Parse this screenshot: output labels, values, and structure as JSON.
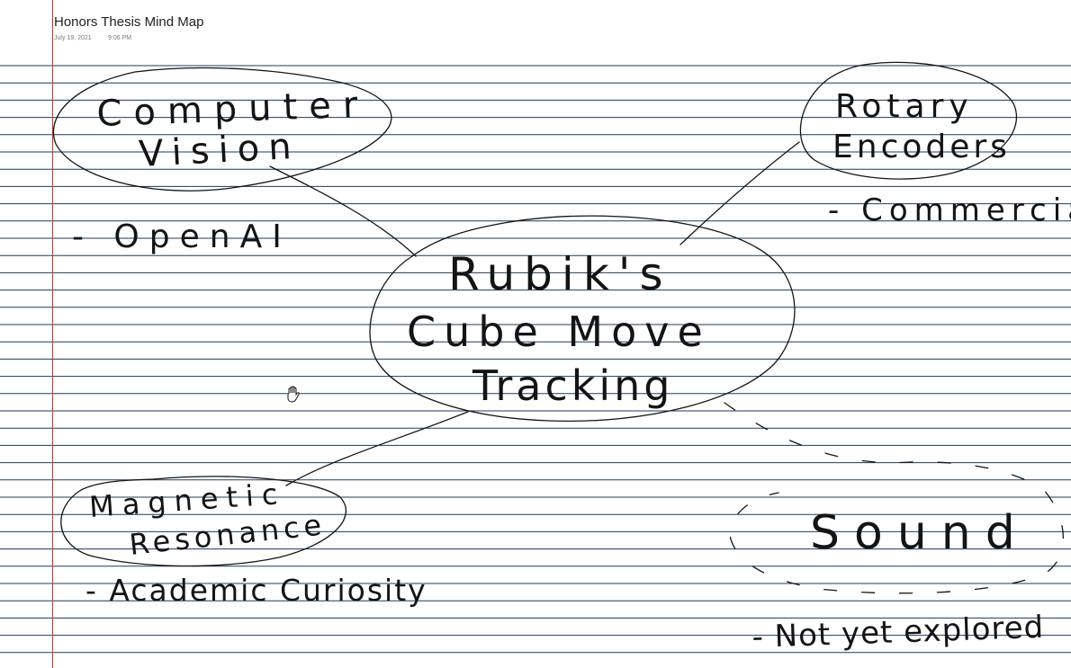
{
  "page": {
    "title": "Honors Thesis Mind Map",
    "date": "July 19, 2021",
    "time": "9:06 PM"
  },
  "colors": {
    "rule_line": "#1f3a5c",
    "margin_line": "#d9301f",
    "ink": "#141414",
    "background": "#ffffff"
  },
  "mind_map": {
    "center": {
      "lines": [
        "Rubik's",
        "Cube Move",
        "Tracking"
      ]
    },
    "computer_vision": {
      "lines": [
        "Computer",
        "Vision"
      ],
      "note": "- OpenAI"
    },
    "rotary_encoders": {
      "lines": [
        "Rotary",
        "Encoders"
      ],
      "note": "- Commercial"
    },
    "magnetic_resonance": {
      "lines": [
        "Magnetic",
        "Resonance"
      ],
      "note": "- Academic Curiosity"
    },
    "sound": {
      "label": "Sound",
      "note": "- Not yet explored"
    }
  },
  "cursor": {
    "icon": "hand-grab-icon"
  }
}
